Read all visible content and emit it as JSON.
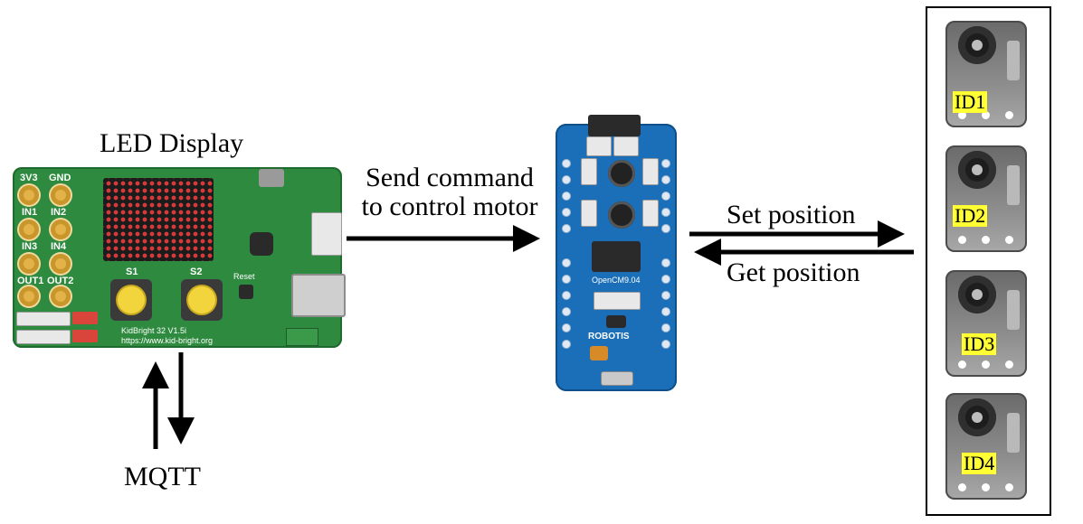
{
  "labels": {
    "led_display": "LED Display",
    "mqtt": "MQTT",
    "send_command_line1": "Send command",
    "send_command_line2": "to control motor",
    "set_position": "Set position",
    "get_position": "Get position"
  },
  "kidbright": {
    "pads": [
      "3V3",
      "GND",
      "IN1",
      "IN2",
      "IN3",
      "IN4",
      "OUT1",
      "OUT2"
    ],
    "button_s1": "S1",
    "button_s2": "S2",
    "board_text": "KidBright 32  V1.5i",
    "board_url": "https://www.kid-bright.org",
    "reset_label": "Reset"
  },
  "opencm": {
    "model": "OpenCM9.04",
    "brand": "ROBOTIS"
  },
  "servos": [
    {
      "id": "ID1"
    },
    {
      "id": "ID2"
    },
    {
      "id": "ID3"
    },
    {
      "id": "ID4"
    }
  ],
  "colors": {
    "kidbright_pcb": "#2d8a3e",
    "opencm_pcb": "#1a6fb8",
    "id_highlight": "#ffff33",
    "arrow": "#000000"
  }
}
